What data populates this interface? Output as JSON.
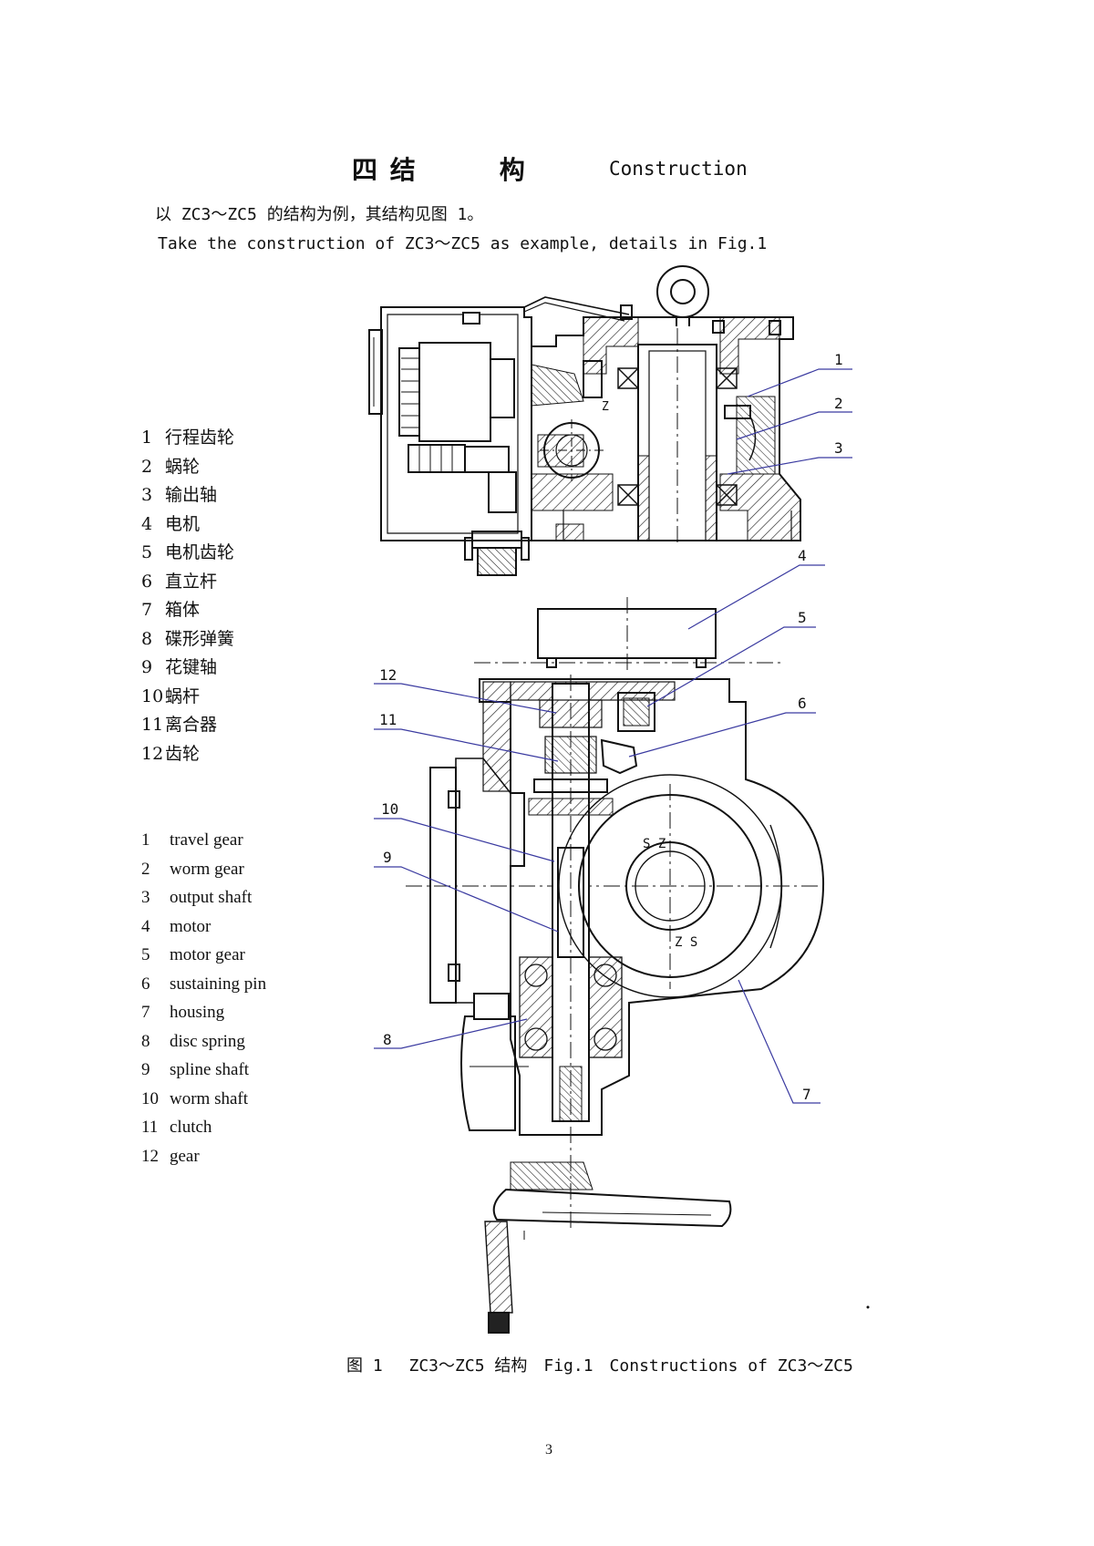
{
  "title": {
    "cn": "四 结　　　构",
    "en": "Construction"
  },
  "intro": {
    "cn": "以 ZC3～ZC5 的结构为例，其结构见图 1。",
    "en": "Take the construction of ZC3～ZC5 as example, details in Fig.1"
  },
  "legend_cn": [
    {
      "num": "1",
      "label": "行程齿轮"
    },
    {
      "num": "2",
      "label": "蜗轮"
    },
    {
      "num": "3",
      "label": "输出轴"
    },
    {
      "num": "4",
      "label": "电机"
    },
    {
      "num": "5",
      "label": "电机齿轮"
    },
    {
      "num": "6",
      "label": "直立杆"
    },
    {
      "num": "7",
      "label": "箱体"
    },
    {
      "num": "8",
      "label": "碟形弹簧"
    },
    {
      "num": "9",
      "label": "花键轴"
    },
    {
      "num": "10",
      "label": "蜗杆"
    },
    {
      "num": "11",
      "label": "离合器"
    },
    {
      "num": "12",
      "label": "齿轮"
    }
  ],
  "legend_en": [
    {
      "num": "1",
      "label": "travel gear"
    },
    {
      "num": "2",
      "label": "worm gear"
    },
    {
      "num": "3",
      "label": "output shaft"
    },
    {
      "num": "4",
      "label": "motor"
    },
    {
      "num": "5",
      "label": "motor gear"
    },
    {
      "num": "6",
      "label": "sustaining pin"
    },
    {
      "num": "7",
      "label": "housing"
    },
    {
      "num": "8",
      "label": "disc spring"
    },
    {
      "num": "9",
      "label": "spline shaft"
    },
    {
      "num": "10",
      "label": "worm shaft"
    },
    {
      "num": "11",
      "label": "clutch"
    },
    {
      "num": "12",
      "label": "gear"
    }
  ],
  "callouts": [
    "1",
    "2",
    "3",
    "4",
    "5",
    "6",
    "7",
    "8",
    "9",
    "10",
    "11",
    "12"
  ],
  "drawing_text": {
    "top_marks": "Z",
    "lower_marks_a": "S Z",
    "lower_marks_b": "Z S"
  },
  "caption": "图 1　 ZC3～ZC5 结构　Fig.1　Constructions of ZC3～ZC5",
  "page_number": "3",
  "colors": {
    "ink": "#111111",
    "leader": "#3a3aa0"
  }
}
